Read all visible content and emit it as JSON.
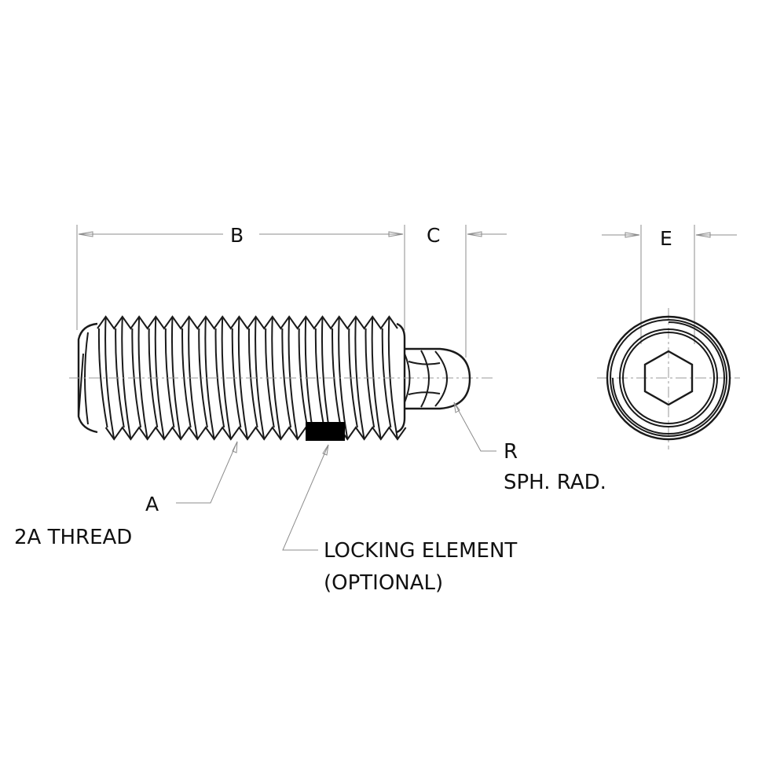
{
  "dimensions": {
    "b": "B",
    "c": "C",
    "e": "E",
    "a": "A"
  },
  "notes": {
    "thread": "2A THREAD",
    "radius_letter": "R",
    "radius_text": "SPH. RAD.",
    "locking_line1": "LOCKING ELEMENT",
    "locking_line2": "(OPTIONAL)"
  },
  "colors": {
    "line": "#1a1a1a",
    "dimension_line": "#8c8c8c",
    "locking_element": "#000000"
  }
}
